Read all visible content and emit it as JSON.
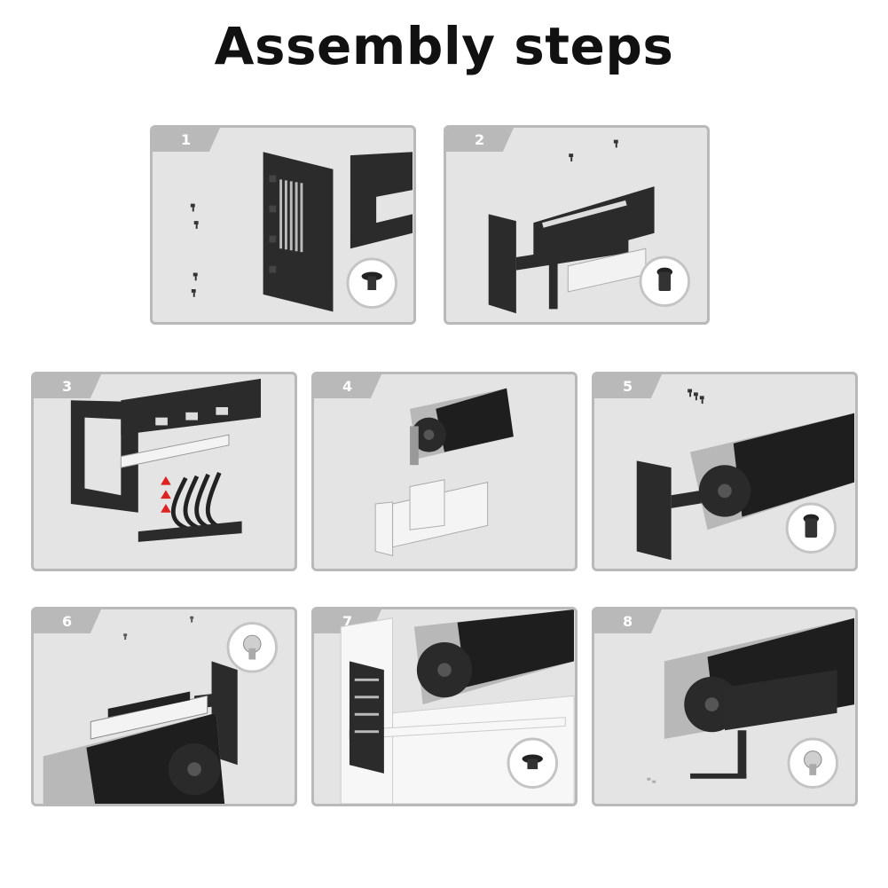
{
  "title": "Assembly steps",
  "steps": [
    {
      "number": "1"
    },
    {
      "number": "2"
    },
    {
      "number": "3"
    },
    {
      "number": "4"
    },
    {
      "number": "5"
    },
    {
      "number": "6"
    },
    {
      "number": "7"
    },
    {
      "number": "8"
    }
  ]
}
